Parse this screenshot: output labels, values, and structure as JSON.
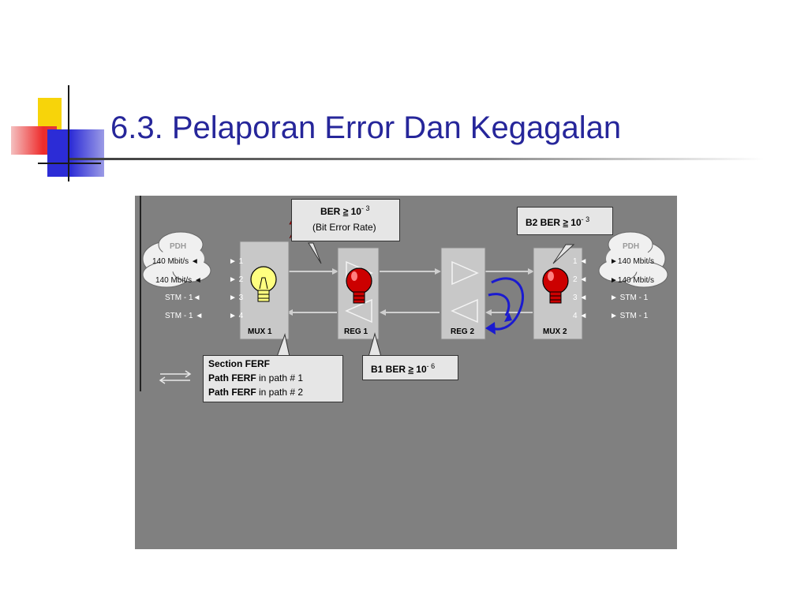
{
  "slide": {
    "title": "6.3. Pelaporan Error Dan Kegagalan"
  },
  "diagram": {
    "left_cloud": {
      "label": "PDH",
      "rate1": "140 Mbit/s ◄",
      "rate2": "140 Mbit/s ◄"
    },
    "right_cloud": {
      "label": "PDH",
      "rate1": "►140 Mbit/s",
      "rate2": "►140 Mbit/s"
    },
    "left_signals": [
      "STM - 1◄",
      "STM - 1 ◄"
    ],
    "right_signals": [
      "► STM - 1",
      "► STM - 1"
    ],
    "mux1_ports": [
      "► 1",
      "► 2",
      "► 3",
      "► 4"
    ],
    "mux2_ports": [
      "1 ◄",
      "2 ◄",
      "3 ◄",
      "4 ◄"
    ],
    "boxes": {
      "mux1": "MUX 1",
      "reg1": "REG 1",
      "reg2": "REG 2",
      "mux2": "MUX 2"
    },
    "callout_ber": {
      "line1_prefix": "BER",
      "line1_op": "≥",
      "line1_value": "10",
      "line1_exp": "- 3",
      "line2": "(Bit Error Rate)"
    },
    "callout_b2": {
      "prefix": "B2 BER",
      "op": "≥",
      "value": "10",
      "exp": "- 3"
    },
    "callout_b1": {
      "prefix": "B1 BER",
      "op": "≥",
      "value": "10",
      "exp": "- 6"
    },
    "callout_ferf": {
      "line1_bold": "Section  FERF",
      "line2_bold": "Path  FERF",
      "line2_rest": " in path # 1",
      "line3_bold": "Path  FERF",
      "line3_rest": " in path # 2"
    },
    "colors": {
      "background": "#808080",
      "lamp_on": "#ffff80",
      "lamp_fault": "#cc0000",
      "loop_arrow": "#1a1ad0",
      "title": "#26269a"
    }
  }
}
